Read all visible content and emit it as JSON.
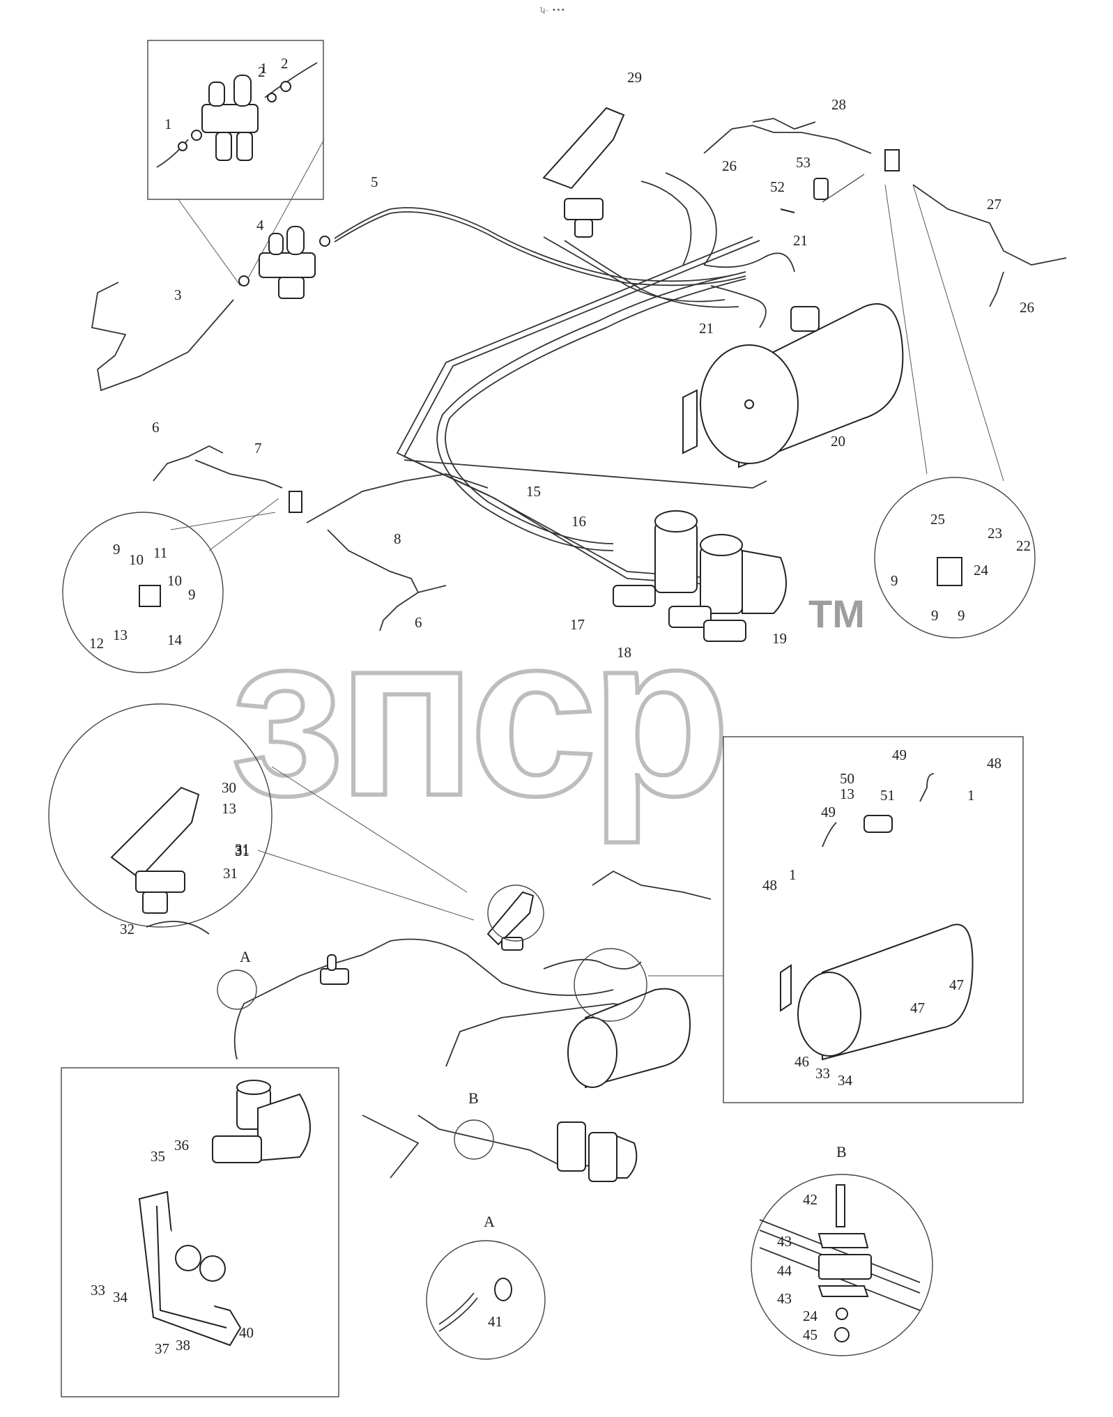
{
  "header_mark": "ʮ₋ •••",
  "watermark": {
    "text": "зпср",
    "tm": "TM"
  },
  "detail_titles": {
    "a_top": "A",
    "a_bottom": "A",
    "b_small": "B",
    "b_detail": "B"
  },
  "labels": {
    "main": [
      "1",
      "2",
      "1",
      "2",
      "3",
      "4",
      "5",
      "29",
      "28",
      "26",
      "53",
      "52",
      "27",
      "26",
      "21",
      "21",
      "20",
      "6",
      "7",
      "15",
      "16",
      "17",
      "18",
      "19",
      "8",
      "6"
    ],
    "detail_left": [
      "9",
      "10",
      "11",
      "10",
      "9",
      "12",
      "13",
      "14"
    ],
    "detail_right": [
      "25",
      "22",
      "23",
      "24",
      "9",
      "9",
      "9"
    ],
    "pedal_detail": [
      "30",
      "13",
      "31",
      "31",
      "31",
      "31",
      "32"
    ],
    "tank_detail": [
      "49",
      "48",
      "50",
      "13",
      "51",
      "1",
      "49",
      "48",
      "1",
      "47",
      "47",
      "46",
      "33",
      "34"
    ],
    "bracket_detail": [
      "35",
      "36",
      "33",
      "34",
      "40",
      "37",
      "38"
    ],
    "a_detail": [
      "41"
    ],
    "b_detail": [
      "42",
      "43",
      "44",
      "43",
      "24",
      "45"
    ]
  },
  "icons": [
    "air-tank-icon",
    "brake-valve-icon",
    "pedal-icon",
    "hose-icon",
    "bracket-icon",
    "compressor-icon"
  ]
}
